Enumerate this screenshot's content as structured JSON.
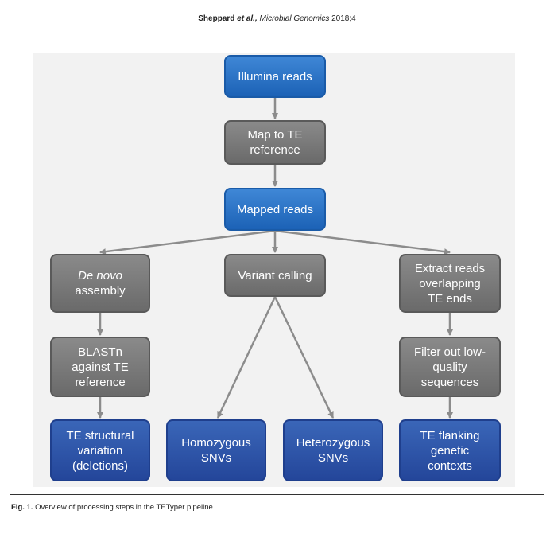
{
  "header": {
    "author": "Sheppard",
    "etal": " et al.,",
    "journal": " Microbial Genomics",
    "year_vol": " 2018;4"
  },
  "nodes": {
    "illumina": [
      "Illumina reads"
    ],
    "map_te": [
      "Map to TE",
      "reference"
    ],
    "mapped": [
      "Mapped reads"
    ],
    "denovo": [
      "De novo",
      "assembly"
    ],
    "variant": [
      "Variant calling"
    ],
    "extract": [
      "Extract reads",
      "overlapping",
      "TE ends"
    ],
    "blastn": [
      "BLASTn",
      "against TE",
      "reference"
    ],
    "filter": [
      "Filter out low-",
      "quality",
      "sequences"
    ],
    "te_struct": [
      "TE structural",
      "variation",
      "(deletions)"
    ],
    "homo": [
      "Homozygous",
      "SNVs"
    ],
    "hetero": [
      "Heterozygous",
      "SNVs"
    ],
    "te_flank": [
      "TE flanking",
      "genetic",
      "contexts"
    ]
  },
  "colors": {
    "arrow": "#8c8c8c"
  },
  "caption": {
    "label": "Fig.  1.",
    "text": " Overview of processing steps in the TETyper pipeline."
  }
}
